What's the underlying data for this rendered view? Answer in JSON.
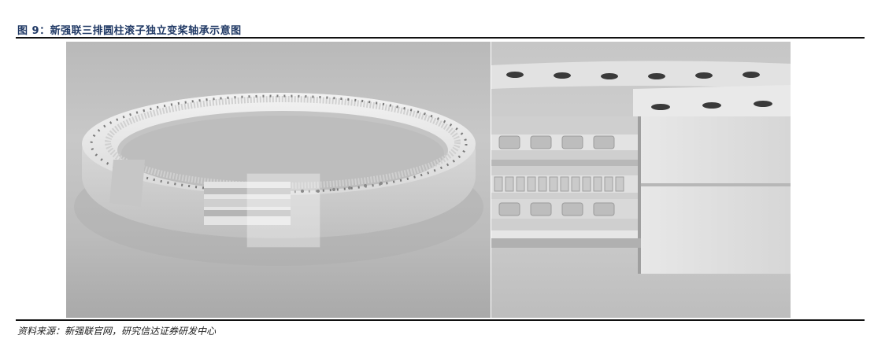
{
  "figure": {
    "title": "图 9：新强联三排圆柱滚子独立变桨轴承示意图",
    "source": "资料来源：新强联官网，研究信达证券研发中心"
  },
  "images": {
    "left_label": "bearing-ring-overview",
    "right_label": "bearing-cross-section-closeup"
  }
}
